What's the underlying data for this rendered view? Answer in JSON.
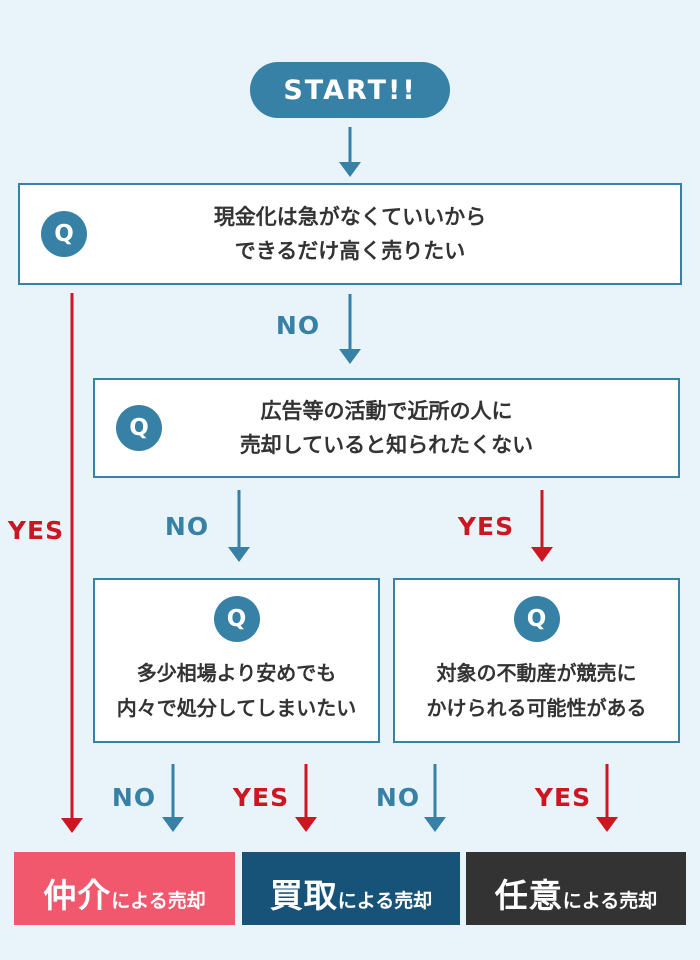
{
  "colors": {
    "background": "#e9f4fa",
    "teal": "#3781a6",
    "red": "#cc1723",
    "text_dark": "#333333",
    "box_bg": "#ffffff",
    "result_pink": "#f2586d",
    "result_navy": "#175379",
    "result_black": "#333333",
    "white": "#ffffff"
  },
  "start": {
    "label": "START!!"
  },
  "labels": {
    "yes": "YES",
    "no": "NO"
  },
  "questions": [
    {
      "badge": "Q",
      "lines": [
        "現金化は急がなくていいから",
        "できるだけ高く売りたい"
      ]
    },
    {
      "badge": "Q",
      "lines": [
        "広告等の活動で近所の人に",
        "売却していると知られたくない"
      ]
    },
    {
      "badge": "Q",
      "lines": [
        "多少相場より安めでも",
        "内々で処分してしまいたい"
      ]
    },
    {
      "badge": "Q",
      "lines": [
        "対象の不動産が競売に",
        "かけられる可能性がある"
      ]
    }
  ],
  "results": [
    {
      "emphasis": "仲介",
      "rest": "による売却"
    },
    {
      "emphasis": "買取",
      "rest": "による売却"
    },
    {
      "emphasis": "任意",
      "rest": "による売却"
    }
  ]
}
